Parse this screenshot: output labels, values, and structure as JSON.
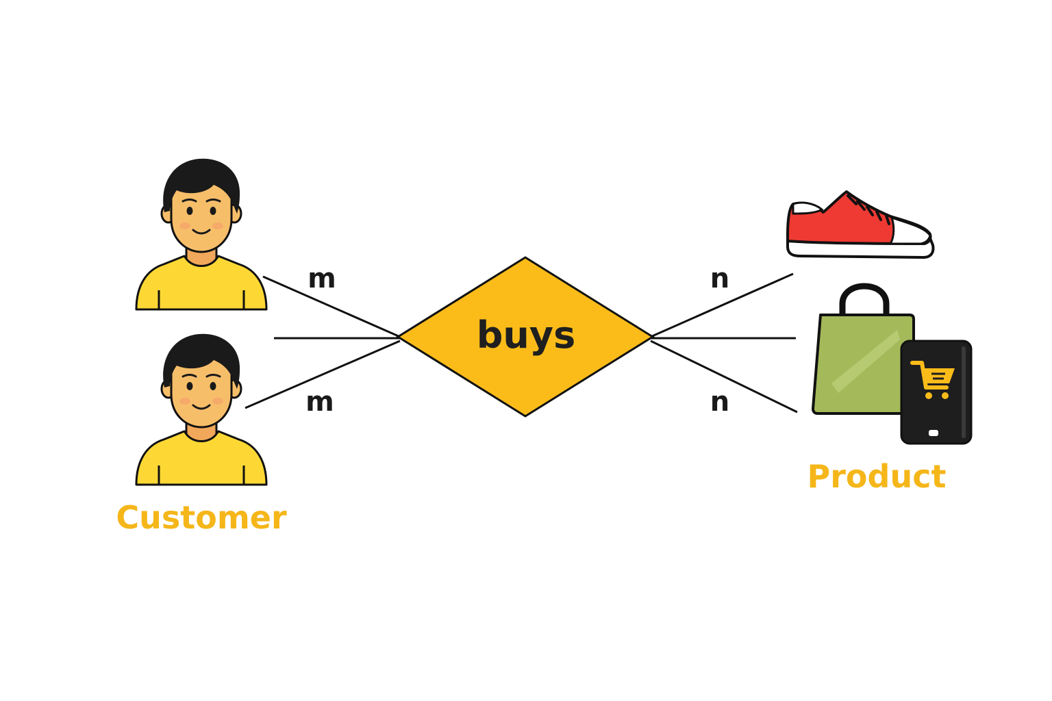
{
  "relationship": {
    "label": "buys"
  },
  "entities": {
    "customer": {
      "label": "Customer"
    },
    "product": {
      "label": "Product"
    }
  },
  "cardinalities": {
    "left_top": "m",
    "left_bottom": "m",
    "right_top": "n",
    "right_bottom": "n"
  },
  "icons": {
    "customer_icons": [
      "person-icon",
      "person-icon"
    ],
    "product_icons": [
      "sneaker-icon",
      "shopping-bag-icon",
      "smartphone-cart-icon"
    ]
  },
  "colors": {
    "diamond_fill": "#FBBC1A",
    "entity_label": "#F5B619",
    "shirt": "#FDD835",
    "skin": "#F7BE6A",
    "hair": "#1A1A1A",
    "sneaker": "#EE3A33",
    "bag": "#A4B95A",
    "phone": "#1E1E1E"
  }
}
